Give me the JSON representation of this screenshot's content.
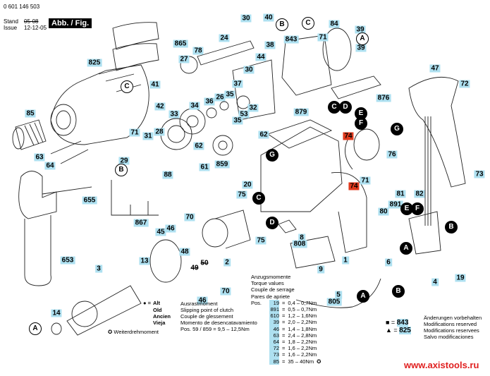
{
  "header": {
    "part_number": "0 601 146 503",
    "stand_label": "Stand",
    "issue_label": "Issue",
    "stand_date_struck": "05-08",
    "issue_date": "12-12-05",
    "figure_label": "Abb. / Fig."
  },
  "part_labels": [
    {
      "id": "30a",
      "text": "30"
    },
    {
      "id": "40",
      "text": "40"
    },
    {
      "id": "38",
      "text": "38"
    },
    {
      "id": "24",
      "text": "24"
    },
    {
      "id": "865",
      "text": "865"
    },
    {
      "id": "78",
      "text": "78"
    },
    {
      "id": "27",
      "text": "27"
    },
    {
      "id": "44",
      "text": "44"
    },
    {
      "id": "30b",
      "text": "30"
    },
    {
      "id": "843",
      "text": "843"
    },
    {
      "id": "71a",
      "text": "71"
    },
    {
      "id": "84",
      "text": "84"
    },
    {
      "id": "39a",
      "text": "39"
    },
    {
      "id": "39b",
      "text": "39"
    },
    {
      "id": "825",
      "text": "825"
    },
    {
      "id": "41",
      "text": "41"
    },
    {
      "id": "37",
      "text": "37"
    },
    {
      "id": "36",
      "text": "36"
    },
    {
      "id": "26",
      "text": "26"
    },
    {
      "id": "35a",
      "text": "35"
    },
    {
      "id": "879",
      "text": "879"
    },
    {
      "id": "47",
      "text": "47"
    },
    {
      "id": "72",
      "text": "72"
    },
    {
      "id": "42",
      "text": "42"
    },
    {
      "id": "34",
      "text": "34"
    },
    {
      "id": "53",
      "text": "53"
    },
    {
      "id": "32",
      "text": "32"
    },
    {
      "id": "876",
      "text": "876"
    },
    {
      "id": "85",
      "text": "85"
    },
    {
      "id": "33",
      "text": "33"
    },
    {
      "id": "35b",
      "text": "35"
    },
    {
      "id": "62a",
      "text": "62"
    },
    {
      "id": "71b",
      "text": "71"
    },
    {
      "id": "28",
      "text": "28"
    },
    {
      "id": "31",
      "text": "31"
    },
    {
      "id": "62b",
      "text": "62"
    },
    {
      "id": "63",
      "text": "63"
    },
    {
      "id": "29",
      "text": "29"
    },
    {
      "id": "61",
      "text": "61"
    },
    {
      "id": "859",
      "text": "859"
    },
    {
      "id": "74a",
      "text": "74"
    },
    {
      "id": "76",
      "text": "76"
    },
    {
      "id": "64",
      "text": "64"
    },
    {
      "id": "88",
      "text": "88"
    },
    {
      "id": "20",
      "text": "20"
    },
    {
      "id": "73",
      "text": "73"
    },
    {
      "id": "655",
      "text": "655"
    },
    {
      "id": "75a",
      "text": "75"
    },
    {
      "id": "71c",
      "text": "71"
    },
    {
      "id": "74b",
      "text": "74"
    },
    {
      "id": "81",
      "text": "81"
    },
    {
      "id": "82",
      "text": "82"
    },
    {
      "id": "867",
      "text": "867"
    },
    {
      "id": "70a",
      "text": "70"
    },
    {
      "id": "891",
      "text": "891"
    },
    {
      "id": "80",
      "text": "80"
    },
    {
      "id": "45",
      "text": "45"
    },
    {
      "id": "46a",
      "text": "46"
    },
    {
      "id": "75b",
      "text": "75"
    },
    {
      "id": "8",
      "text": "8"
    },
    {
      "id": "808",
      "text": "808"
    },
    {
      "id": "653",
      "text": "653"
    },
    {
      "id": "48",
      "text": "48"
    },
    {
      "id": "49",
      "text": "49"
    },
    {
      "id": "50",
      "text": "50"
    },
    {
      "id": "2",
      "text": "2"
    },
    {
      "id": "1",
      "text": "1"
    },
    {
      "id": "6",
      "text": "6"
    },
    {
      "id": "9",
      "text": "9"
    },
    {
      "id": "13",
      "text": "13"
    },
    {
      "id": "3",
      "text": "3"
    },
    {
      "id": "46b",
      "text": "46"
    },
    {
      "id": "70b",
      "text": "70"
    },
    {
      "id": "4",
      "text": "4"
    },
    {
      "id": "19",
      "text": "19"
    },
    {
      "id": "5",
      "text": "5"
    },
    {
      "id": "805",
      "text": "805"
    },
    {
      "id": "14",
      "text": "14"
    }
  ],
  "callouts": [
    {
      "id": "B1",
      "text": "B",
      "style": "outline"
    },
    {
      "id": "C1",
      "text": "C",
      "style": "outline"
    },
    {
      "id": "A1",
      "text": "A",
      "style": "outline"
    },
    {
      "id": "C2",
      "text": "C",
      "style": "outline"
    },
    {
      "id": "B2",
      "text": "B",
      "style": "outline"
    },
    {
      "id": "A2",
      "text": "A",
      "style": "outline"
    },
    {
      "id": "C3",
      "text": "C",
      "style": "dark"
    },
    {
      "id": "D1",
      "text": "D",
      "style": "dark"
    },
    {
      "id": "E1",
      "text": "E",
      "style": "dark"
    },
    {
      "id": "F1",
      "text": "F",
      "style": "dark"
    },
    {
      "id": "G1",
      "text": "G",
      "style": "dark"
    },
    {
      "id": "G2",
      "text": "G",
      "style": "dark"
    },
    {
      "id": "C4",
      "text": "C",
      "style": "dark"
    },
    {
      "id": "D2",
      "text": "D",
      "style": "dark"
    },
    {
      "id": "E2",
      "text": "E",
      "style": "dark"
    },
    {
      "id": "F2",
      "text": "F",
      "style": "dark"
    },
    {
      "id": "B3",
      "text": "B",
      "style": "dark"
    },
    {
      "id": "A3",
      "text": "A",
      "style": "dark"
    },
    {
      "id": "A4",
      "text": "A",
      "style": "dark"
    },
    {
      "id": "B4",
      "text": "B",
      "style": "dark"
    }
  ],
  "old_legend": {
    "symbol": "● =",
    "lines": [
      "Alt",
      "Old",
      "Ancien",
      "Vieja"
    ]
  },
  "continued_torque": "Weiterdrehmoment",
  "clutch": {
    "lines": [
      "Ausrastmoment",
      "Slipping point of clutch",
      "Couple de glessement",
      "Momento de desencatavamiento"
    ],
    "value": "Pos.  59 / 859  =   9,5 – 12,5Nm"
  },
  "torque": {
    "titles": [
      "Anzugsmomente",
      "Torque values",
      "Couple de serrage",
      "Pares de apriete"
    ],
    "pos_label": "Pos.",
    "rows": [
      {
        "pos": "19",
        "value": "0,4  –  0,7Nm"
      },
      {
        "pos": "891",
        "value": "0,5  –  0,7Nm"
      },
      {
        "pos": "610",
        "value": "1,2  –  1,6Nm"
      },
      {
        "pos": "39",
        "value": "2,0  –  2,2Nm"
      },
      {
        "pos": "46",
        "value": "1,4  –  1,8Nm"
      },
      {
        "pos": "63",
        "value": "2,4  –  2,8Nm"
      },
      {
        "pos": "64",
        "value": "1,8  –  2,2Nm"
      },
      {
        "pos": "72",
        "value": "1,6  –  2,2Nm"
      },
      {
        "pos": "73",
        "value": "1,6  –  2,2Nm"
      },
      {
        "pos": "85",
        "value": "35  –   40Nm"
      }
    ]
  },
  "symbol_legend": [
    {
      "symbol": "■ =",
      "value": "843"
    },
    {
      "symbol": "▲ =",
      "value": "825"
    }
  ],
  "modifications": [
    "Änderungen vorbehalten",
    "Modifications reserved",
    "Modifications reservees",
    "Salvo modificaciones"
  ],
  "watermark": "www.axistools.ru",
  "colors": {
    "label_bg": "#aee0f0",
    "highlight_bg": "#e03a1e",
    "watermark": "#e02020"
  }
}
